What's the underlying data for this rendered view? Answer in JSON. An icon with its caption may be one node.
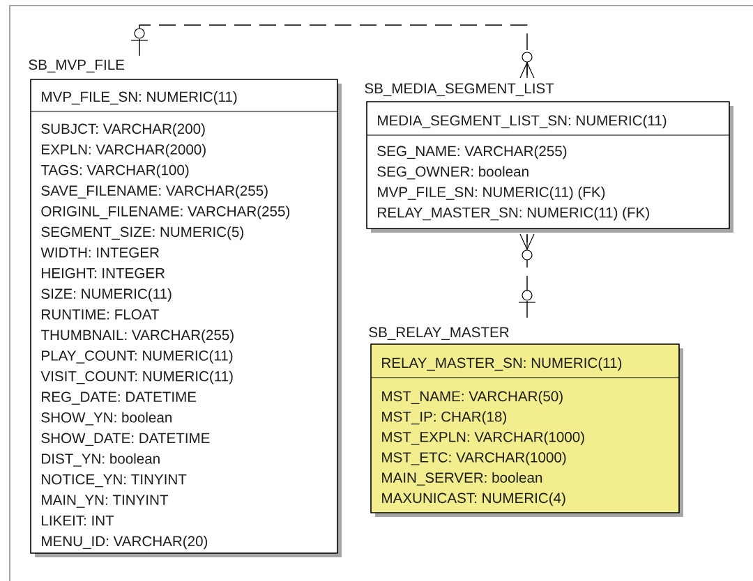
{
  "diagram": {
    "nodes": [
      {
        "text": [
          "SB_MVP_FILE",
          "MVP_FILE_SN: NUMERIC(11)",
          "SUBJCT: VARCHAR(200)",
          "EXPLN: VARCHAR(2000)",
          "TAGS: VARCHAR(100)",
          "SAVE_FILENAME: VARCHAR(255)",
          "ORIGINL_FILENAME: VARCHAR(255)",
          "SEGMENT_SIZE: NUMERIC(5)",
          "WIDTH: INTEGER",
          "HEIGHT: INTEGER",
          "SIZE: NUMERIC(11)",
          "RUNTIME: FLOAT",
          "THUMBNAIL: VARCHAR(255)",
          "PLAY_COUNT: NUMERIC(11)",
          "VISIT_COUNT: NUMERIC(11)",
          "REG_DATE: DATETIME",
          "SHOW_YN: boolean",
          "SHOW_DATE: DATETIME",
          "DIST_YN: boolean",
          "NOTICE_YN: TINYINT",
          "MAIN_YN: TINYINT",
          "LIKEIT: INT",
          "MENU_ID: VARCHAR(20)"
        ]
      },
      {
        "text": [
          "SB_MEDIA_SEGMENT_LIST",
          "MEDIA_SEGMENT_LIST_SN: NUMERIC(11)",
          "SEG_NAME: VARCHAR(255)",
          "SEG_OWNER: boolean",
          "MVP_FILE_SN: NUMERIC(11) (FK)",
          "RELAY_MASTER_SN: NUMERIC(11) (FK)"
        ]
      },
      {
        "text": [
          "SB_RELAY_MASTER",
          "RELAY_MASTER_SN: NUMERIC(11)",
          "MST_NAME: VARCHAR(50)",
          "MST_IP: CHAR(18)",
          "MST_EXPLN: VARCHAR(1000)",
          "MST_ETC: VARCHAR(1000)",
          "MAIN_SERVER: boolean",
          "MAXUNICAST: NUMERIC(4)"
        ]
      }
    ],
    "edges": [
      {
        "from": 0,
        "to": 1,
        "arrow": "other",
        "style": "dashed"
      },
      {
        "from": 2,
        "to": 1,
        "arrow": "other",
        "style": "dashed"
      }
    ]
  }
}
